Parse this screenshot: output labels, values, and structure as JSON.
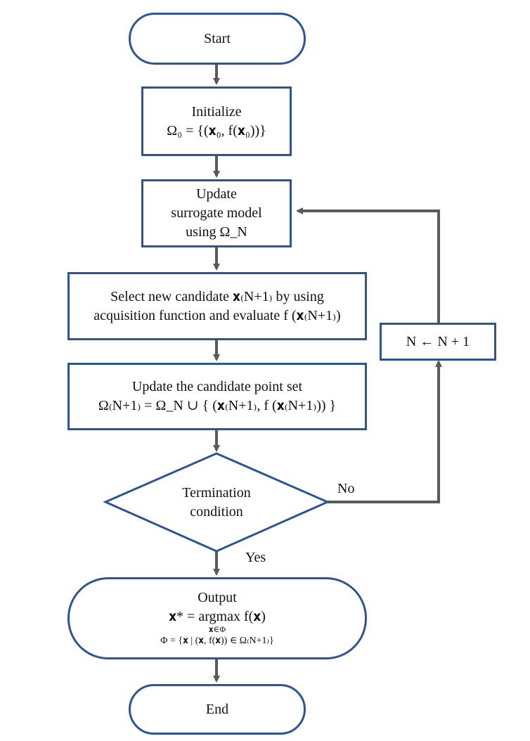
{
  "nodes": {
    "start": "Start",
    "initialize": {
      "title": "Initialize",
      "formula": "Ω₀ = {(𝐱₀, f(𝐱₀))}"
    },
    "update_model": {
      "line1": "Update",
      "line2": "surrogate model",
      "line3": "using Ω_N"
    },
    "select": {
      "line1_prefix": "Select new candidate",
      "line1_math": "𝐱₍N+1₎",
      "line1_suffix": "by using",
      "line2_prefix": "acquisition function and evaluate",
      "line2_math": "f (𝐱₍N+1₎)"
    },
    "update_set": {
      "title": "Update the candidate point set",
      "formula": "Ω₍N+1₎ = Ω_N ∪ { (𝐱₍N+1₎, f (𝐱₍N+1₎)) }"
    },
    "termination": {
      "line1": "Termination",
      "line2": "condition"
    },
    "increment": "N ← N + 1",
    "output": {
      "title": "Output",
      "formula": "𝐱* = argmax f(𝐱)",
      "formula_sub": "𝐱∈Φ",
      "set_def": "Φ = {𝐱 | (𝐱, f(𝐱)) ∈ Ω₍N+1₎}"
    },
    "end": "End"
  },
  "edges": {
    "no_label": "No",
    "yes_label": "Yes"
  },
  "colors": {
    "box_border": "#2f5496",
    "arrow": "#5a5a5a"
  }
}
